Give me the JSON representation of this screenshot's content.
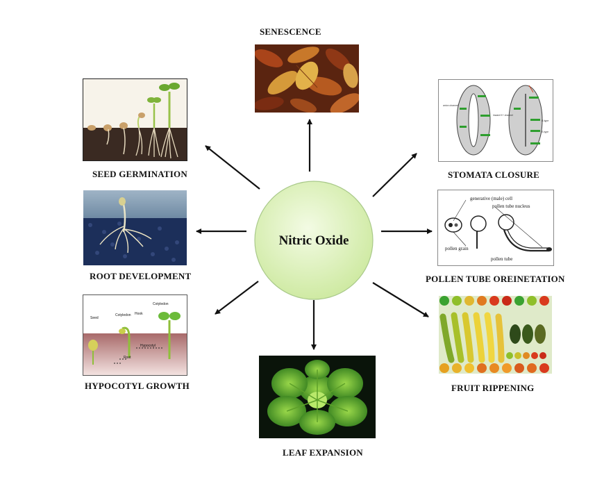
{
  "center": {
    "label": "Nitric Oxide"
  },
  "processes": {
    "senescence": "SENESCENCE",
    "seed_germination": "SEED GERMINATION",
    "stomata_closure": "STOMATA CLOSURE",
    "root_development": "ROOT DEVELOPMENT",
    "pollen_tube": "POLLEN TUBE OREINETATION",
    "hypocotyl_growth": "HYPOCOTYL GROWTH",
    "fruit_rippening": "FRUIT RIPPENING",
    "leaf_expansion": "LEAF EXPANSION"
  },
  "pollen_diagram": {
    "generative_cell": "generative (male) cell",
    "tube_nucleus": "pollen tube nucleus",
    "pollen_grain": "pollen grain",
    "pollen_tube": "pollen tube"
  },
  "hypocotyl_diagram": {
    "seed": "Seed",
    "cotyledon": "Cotyledon",
    "hook": "Hook",
    "hypocotyl": "Hypocotyl",
    "root": "Root"
  },
  "colors": {
    "center_fill": "#dcf2b8",
    "arrow": "#111111",
    "soil": "#3a2a22"
  }
}
